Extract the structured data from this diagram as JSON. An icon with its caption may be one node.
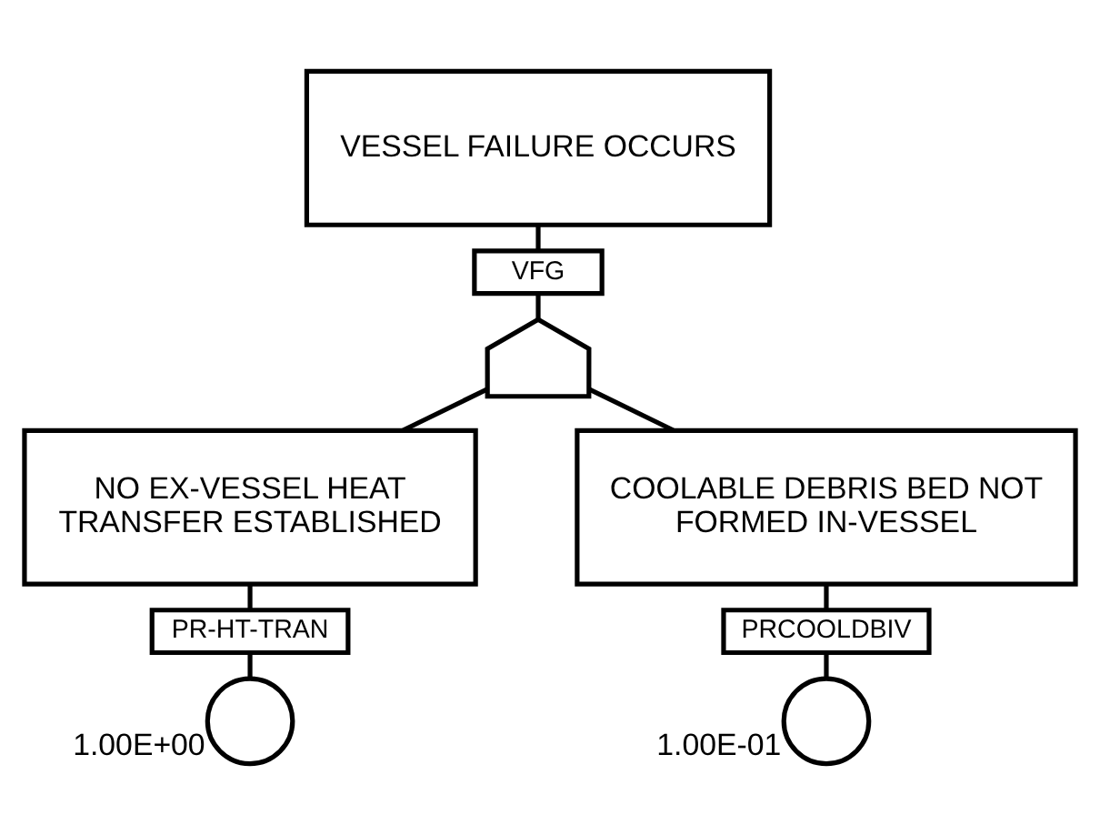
{
  "diagram": {
    "nodes": [
      {
        "text": [
          "VESSEL FAILURE OCCURS"
        ]
      },
      {
        "text": [
          "VFG"
        ]
      },
      {
        "text": [],
        "shape": "gate"
      },
      {
        "text": [
          "NO EX-VESSEL HEAT TRANSFER ESTABLISHED"
        ]
      },
      {
        "text": [
          "PR-HT-TRAN"
        ]
      },
      {
        "text": [],
        "shape": "circle",
        "beside": [
          "1.00E+00"
        ]
      },
      {
        "text": [
          "COOLABLE DEBRIS BED NOT FORMED IN-VESSEL"
        ]
      },
      {
        "text": [
          "PRCOOLDBIV"
        ]
      },
      {
        "text": [],
        "shape": "circle",
        "beside": [
          "1.00E-01"
        ]
      }
    ],
    "edges": [
      {
        "from": 0,
        "to": 1,
        "arrow": "none"
      },
      {
        "from": 1,
        "to": 2,
        "arrow": "none"
      },
      {
        "from": 2,
        "to": 3,
        "arrow": "none"
      },
      {
        "from": 2,
        "to": 6,
        "arrow": "none"
      },
      {
        "from": 3,
        "to": 4,
        "arrow": "none"
      },
      {
        "from": 4,
        "to": 5,
        "arrow": "none"
      },
      {
        "from": 6,
        "to": 7,
        "arrow": "none"
      },
      {
        "from": 7,
        "to": 8,
        "arrow": "none"
      }
    ]
  }
}
